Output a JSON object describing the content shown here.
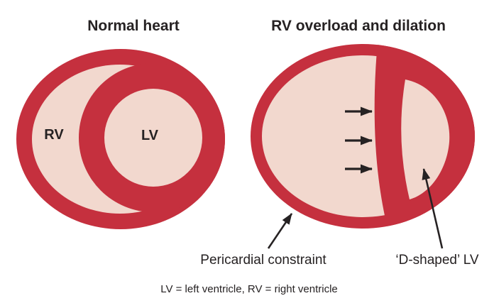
{
  "figure": {
    "type": "medical-diagram",
    "subject": "Heart short-axis cross sections comparing normal heart with right-ventricular overload",
    "colors": {
      "myocardium_red": "#C5303E",
      "cavity_pink": "#F2D8CE",
      "text_color": "#262223"
    },
    "left_panel": {
      "title": "Normal heart",
      "rv_label": "RV",
      "lv_label": "LV"
    },
    "right_panel": {
      "title": "RV overload and dilation",
      "pressure_arrows_count": "3",
      "annotations": {
        "pericardial": "Pericardial constraint",
        "d_shaped_lv": "‘D-shaped’ LV"
      }
    },
    "legend": "LV = left ventricle, RV = right ventricle"
  }
}
